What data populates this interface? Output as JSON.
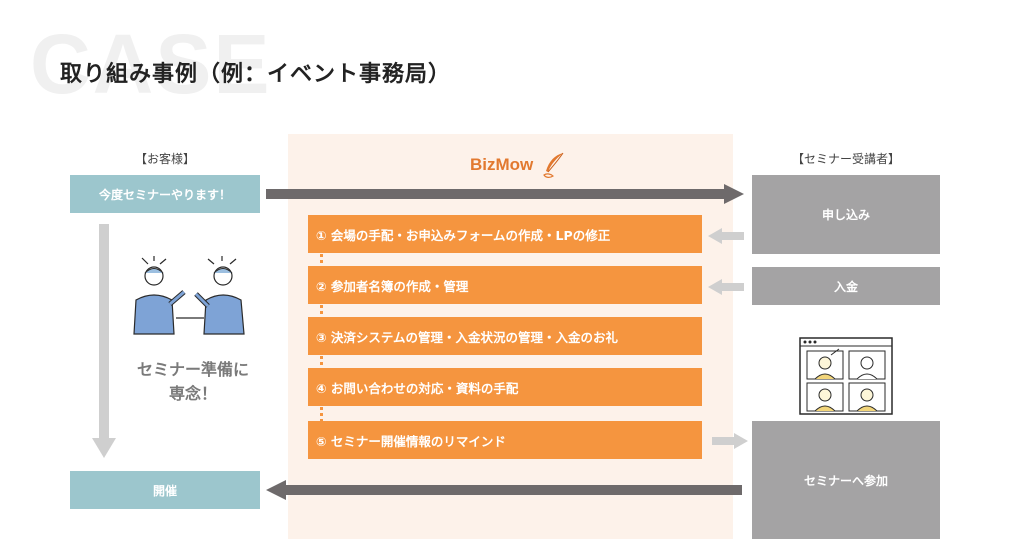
{
  "watermark": "CASE",
  "title": "取り組み事例（例：イベント事務局）",
  "brand": {
    "name": "BizMow",
    "icon": "quill-pen-icon",
    "color": "#e2792f"
  },
  "client": {
    "header": "【お客様】",
    "announce": "今度セミナーやります！",
    "caption_line1": "セミナー準備に",
    "caption_line2": "専念！",
    "hold": "開催"
  },
  "attendee": {
    "header": "【セミナー受講者】",
    "apply": "申し込み",
    "payment": "入金",
    "join": "セミナーへ参加"
  },
  "tasks": [
    "① 会場の手配・お申込みフォームの作成・LPの修正",
    "② 参加者名簿の作成・管理",
    "③ 決済システムの管理・入金状況の管理・入金のお礼",
    "④ お問い合わせの対応・資料の手配",
    "⑤ セミナー開催情報のリマインド"
  ],
  "colors": {
    "teal": "#9cc6cd",
    "gray": "#a4a3a4",
    "orange": "#f5953f",
    "panel": "#fdf2ea",
    "arrow_dark": "#6e6a6b",
    "arrow_light": "#cfcfcf"
  }
}
